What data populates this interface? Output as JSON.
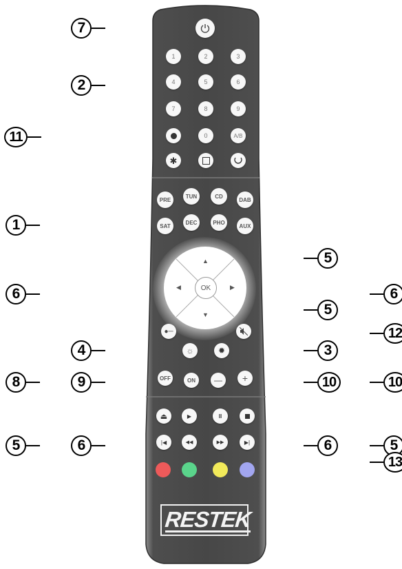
{
  "callouts": {
    "c7": "7",
    "c2": "2",
    "c11": "11",
    "c1": "1",
    "c6a": "6",
    "c4": "4",
    "c8": "8",
    "c9": "9",
    "c5a": "5",
    "c6b": "6",
    "c5b": "5",
    "c5c": "5",
    "c3": "3",
    "c10a": "10",
    "c6c": "6",
    "c6d": "6",
    "c12": "12",
    "c10b": "10",
    "c5d": "5",
    "c13": "13"
  },
  "buttons": {
    "digits": [
      "1",
      "2",
      "3",
      "4",
      "5",
      "6",
      "7",
      "8",
      "9"
    ],
    "zero": "0",
    "ab": "A/B",
    "sources": [
      "PRE",
      "TUN",
      "CD",
      "DAB",
      "SAT",
      "DEC",
      "PHO",
      "AUX"
    ],
    "ok": "OK",
    "off": "OFF",
    "on": "ON",
    "minus": "—",
    "plus": "+"
  },
  "icons": {
    "power": "power-icon",
    "record": "record-dot-icon",
    "star": "asterisk-icon",
    "square": "square-icon",
    "refresh": "circular-arrow-icon",
    "arrows": [
      "up-arrow-icon",
      "left-arrow-icon",
      "right-arrow-icon",
      "down-arrow-icon"
    ],
    "key": "key-icon",
    "mute": "mute-icon",
    "bright": "sun-outline-icon",
    "dim": "sun-filled-icon",
    "transport": [
      "eject-icon",
      "play-icon",
      "pause-icon",
      "stop-icon"
    ],
    "skip": [
      "skip-back-icon",
      "rewind-icon",
      "fast-forward-icon",
      "skip-forward-icon"
    ]
  },
  "colors": {
    "remote_body": "#4a4a4a",
    "red": "#ee5a5a",
    "green": "#5ad48b",
    "yellow": "#f2ea5a",
    "blue": "#a2a6f0"
  },
  "brand": {
    "logo": "RESTEK"
  }
}
